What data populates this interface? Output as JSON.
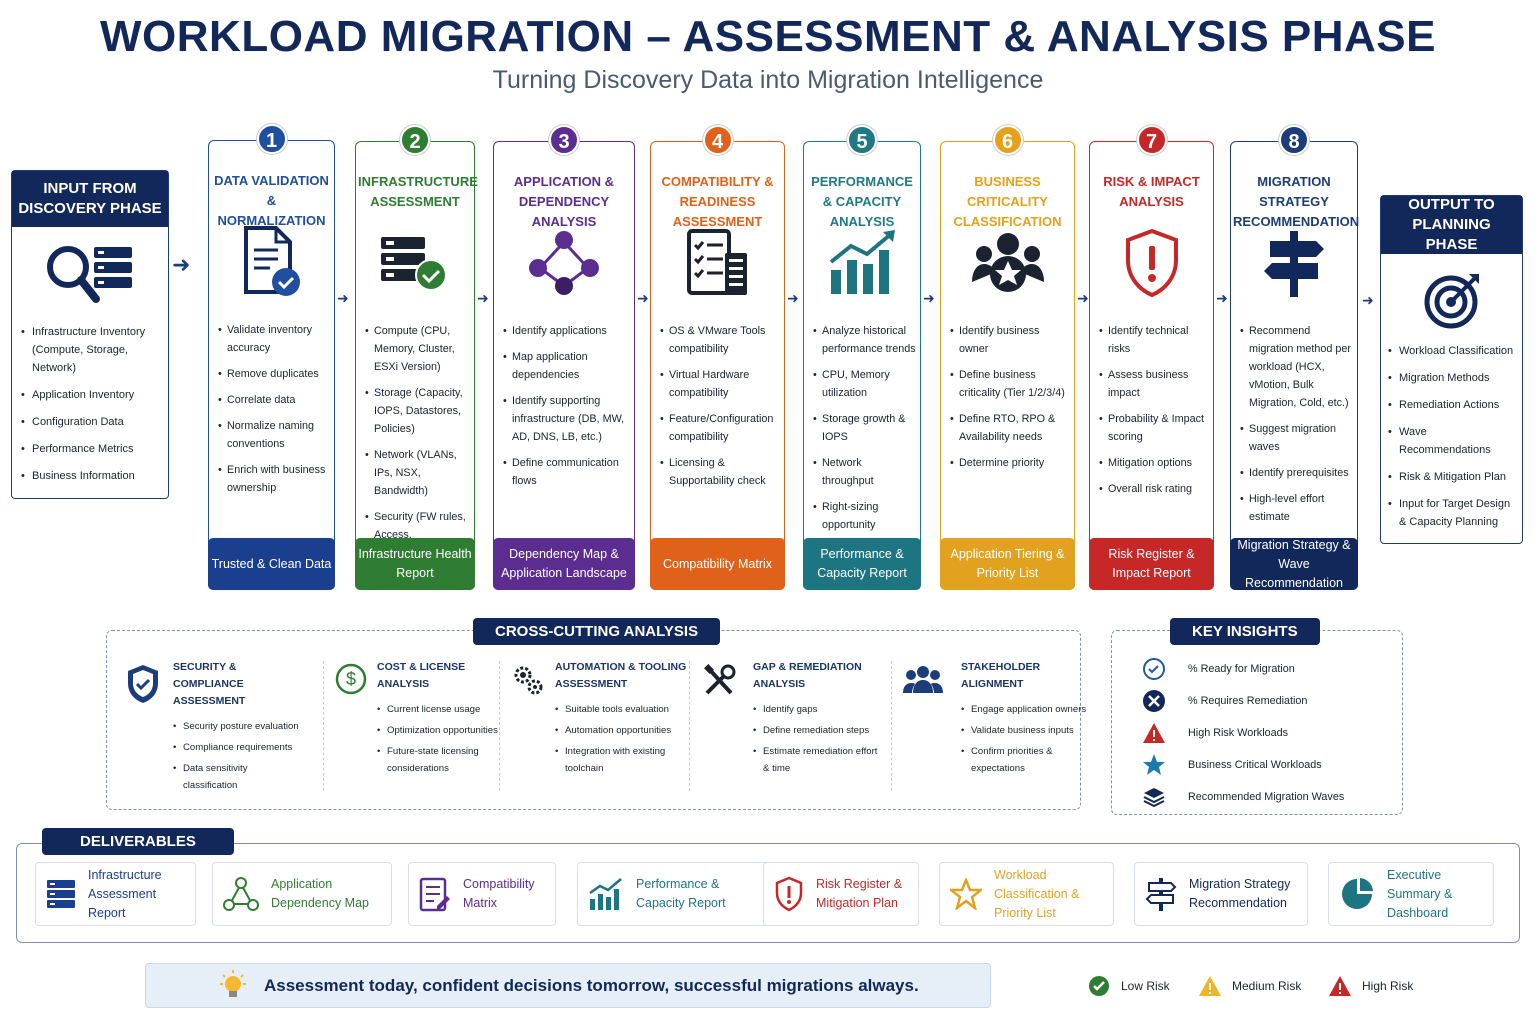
{
  "title": "WORKLOAD MIGRATION – ASSESSMENT & ANALYSIS PHASE",
  "subtitle": "Turning Discovery Data into Migration Intelligence",
  "input": {
    "title": "INPUT FROM DISCOVERY PHASE",
    "items": [
      "Infrastructure Inventory (Compute, Storage, Network)",
      "Application Inventory",
      "Configuration Data",
      "Performance Metrics",
      "Business Information"
    ]
  },
  "output": {
    "title": "OUTPUT TO PLANNING PHASE",
    "items": [
      "Workload Classification",
      "Migration Methods",
      "Remediation Actions",
      "Wave Recommendations",
      "Risk & Mitigation Plan",
      "Input for Target Design & Capacity Planning"
    ]
  },
  "steps": [
    {
      "num": "1",
      "title": "DATA VALIDATION & NORMALIZATION",
      "color": "#1f4fa0",
      "footer": "Trusted & Clean Data",
      "footcolor": "#1a3f8f",
      "icon": "document-check-icon",
      "items": [
        "Validate inventory accuracy",
        "Remove duplicates",
        "Correlate data",
        "Normalize naming conventions",
        "Enrich with business ownership"
      ]
    },
    {
      "num": "2",
      "title": "INFRASTRUCTURE ASSESSMENT",
      "color": "#2e7d32",
      "footer": "Infrastructure Health Report",
      "footcolor": "#2e7d32",
      "icon": "server-check-icon",
      "items": [
        "Compute (CPU, Memory, Cluster, ESXi Version)",
        "Storage (Capacity, IOPS, Datastores, Policies)",
        "Network (VLANs, IPs, NSX, Bandwidth)",
        "Security (FW rules, Access, Compliance)"
      ]
    },
    {
      "num": "3",
      "title": "APPLICATION & DEPENDENCY ANALYSIS",
      "color": "#5b2d91",
      "footer": "Dependency Map & Application Landscape",
      "footcolor": "#5b2d91",
      "icon": "dependency-graph-icon",
      "items": [
        "Identify applications",
        "Map application dependencies",
        "Identify supporting infrastructure (DB, MW, AD, DNS, LB, etc.)",
        "Define communication flows"
      ]
    },
    {
      "num": "4",
      "title": "COMPATIBILITY & READINESS ASSESSMENT",
      "color": "#e0621a",
      "footer": "Compatibility Matrix",
      "footcolor": "#e0621a",
      "icon": "checklist-icon",
      "items": [
        "OS & VMware Tools compatibility",
        "Virtual Hardware compatibility",
        "Feature/Configuration compatibility",
        "Licensing & Supportability check"
      ]
    },
    {
      "num": "5",
      "title": "PERFORMANCE & CAPACITY ANALYSIS",
      "color": "#1f7a86",
      "footer": "Performance & Capacity Report",
      "footcolor": "#1d7582",
      "icon": "bar-chart-icon",
      "items": [
        "Analyze historical performance trends",
        "CPU, Memory utilization",
        "Storage growth & IOPS",
        "Network throughput",
        "Right-sizing opportunity"
      ]
    },
    {
      "num": "6",
      "title": "BUSINESS CRITICALITY CLASSIFICATION",
      "color": "#e6a019",
      "footer": "Application Tiering & Priority List",
      "footcolor": "#e2a21f",
      "icon": "team-star-icon",
      "items": [
        "Identify business owner",
        "Define business criticality (Tier 1/2/3/4)",
        "Define RTO, RPO & Availability needs",
        "Determine priority"
      ]
    },
    {
      "num": "7",
      "title": "RISK & IMPACT ANALYSIS",
      "color": "#c62828",
      "footer": "Risk Register & Impact Report",
      "footcolor": "#c62828",
      "icon": "shield-alert-icon",
      "items": [
        "Identify technical risks",
        "Assess business impact",
        "Probability & Impact scoring",
        "Mitigation options",
        "Overall risk rating"
      ]
    },
    {
      "num": "8",
      "title": "MIGRATION STRATEGY RECOMMENDATION",
      "color": "#1d3d7a",
      "footer": "Migration Strategy & Wave Recommendation",
      "footcolor": "#12285a",
      "icon": "signpost-icon",
      "items": [
        "Recommend migration method per workload (HCX, vMotion, Bulk Migration, Cold, etc.)",
        "Suggest migration waves",
        "Identify prerequisites",
        "High-level effort estimate"
      ]
    }
  ],
  "cross": {
    "title": "CROSS-CUTTING ANALYSIS",
    "cols": [
      {
        "h": "SECURITY & COMPLIANCE ASSESSMENT",
        "icon": "shield-check-icon",
        "items": [
          "Security posture evaluation",
          "Compliance requirements",
          "Data sensitivity classification"
        ]
      },
      {
        "h": "COST & LICENSE ANALYSIS",
        "icon": "dollar-icon",
        "items": [
          "Current license usage",
          "Optimization opportunities",
          "Future-state licensing considerations"
        ]
      },
      {
        "h": "AUTOMATION & TOOLING ASSESSMENT",
        "icon": "gears-icon",
        "items": [
          "Suitable tools evaluation",
          "Automation opportunities",
          "Integration with existing toolchain"
        ]
      },
      {
        "h": "GAP & REMEDIATION ANALYSIS",
        "icon": "tools-icon",
        "items": [
          "Identify gaps",
          "Define remediation steps",
          "Estimate remediation effort & time"
        ]
      },
      {
        "h": "STAKEHOLDER ALIGNMENT",
        "icon": "people-icon",
        "items": [
          "Engage application owners",
          "Validate business inputs",
          "Confirm priorities & expectations"
        ]
      }
    ]
  },
  "insights": {
    "title": "KEY INSIGHTS",
    "items": [
      "% Ready for Migration",
      "% Requires Remediation",
      "High Risk Workloads",
      "Business Critical Workloads",
      "Recommended Migration Waves"
    ]
  },
  "deliverables": {
    "title": "DELIVERABLES",
    "items": [
      {
        "label": "Infrastructure Assessment Report",
        "color": "#1a3f8f",
        "icon": "server-icon"
      },
      {
        "label": "Application Dependency Map",
        "color": "#2e7d32",
        "icon": "network-icon"
      },
      {
        "label": "Compatibility Matrix",
        "color": "#5b2d91",
        "icon": "checklist-icon"
      },
      {
        "label": "Performance & Capacity Report",
        "color": "#1d7582",
        "icon": "chart-icon"
      },
      {
        "label": "Risk Register & Mitigation Plan",
        "color": "#c62828",
        "icon": "shield-alert-icon"
      },
      {
        "label": "Workload Classification & Priority List",
        "color": "#e2a21f",
        "icon": "star-icon"
      },
      {
        "label": "Migration Strategy Recommendation",
        "color": "#12285a",
        "icon": "signpost-icon"
      },
      {
        "label": "Executive Summary & Dashboard",
        "color": "#1d7582",
        "icon": "pie-chart-icon"
      }
    ]
  },
  "tagline": "Assessment today, confident decisions tomorrow, successful migrations always.",
  "legend": [
    {
      "label": "Low Risk",
      "color": "#2e7d32"
    },
    {
      "label": "Medium Risk",
      "color": "#f0b429"
    },
    {
      "label": "High Risk",
      "color": "#c62828"
    }
  ]
}
